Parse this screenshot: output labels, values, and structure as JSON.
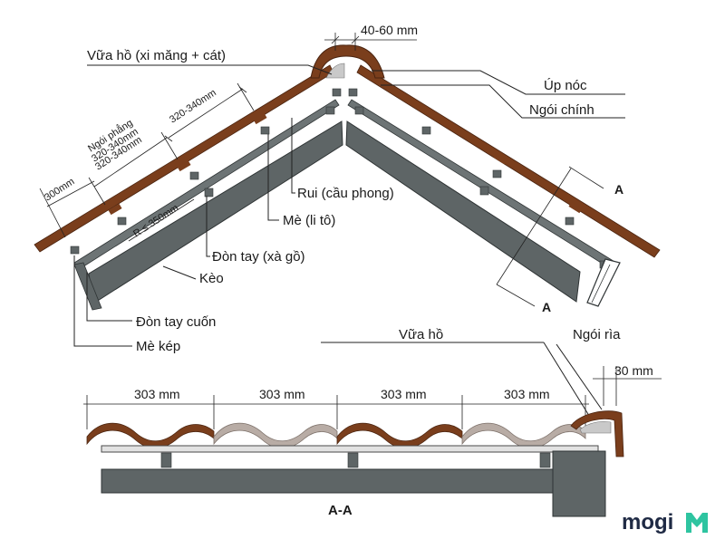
{
  "labels": {
    "vua_ho_top": "Vữa hồ (xi măng + cát)",
    "dim_40_60": "40-60 mm",
    "up_noc": "Úp nóc",
    "ngoi_chinh": "Ngói chính",
    "a_top": "A",
    "a_bottom": "A",
    "rui": "Rui (cầu phong)",
    "me_li_to": "Mè (li tô)",
    "don_tay": "Đòn tay (xà gồ)",
    "keo": "Kèo",
    "don_tay_cuon": "Đòn tay cuốn",
    "me_kep": "Mè kép",
    "ngoi_phang": "Ngói phẳng",
    "dim_320_340_a": "320-340mm",
    "dim_320_340_b": "320-340mm",
    "dim_320_340_c": "320-340mm",
    "dim_300": "300mm",
    "dim_r350": "R ≤ 350mm",
    "vua_ho_bottom": "Vữa hồ",
    "ngoi_ria": "Ngói rìa",
    "dim_30": "30 mm",
    "dim_303_1": "303 mm",
    "dim_303_2": "303 mm",
    "dim_303_3": "303 mm",
    "dim_303_4": "303 mm",
    "section_aa": "A-A",
    "brand_text": "mogi"
  },
  "colors": {
    "tile_brown": "#7a3e1c",
    "tile_light": "#b8aca5",
    "steel_gray": "#5e6566",
    "steel_dark": "#3d4344",
    "brand_green": "#2ec4a0",
    "brand_dark": "#1f2a44"
  }
}
